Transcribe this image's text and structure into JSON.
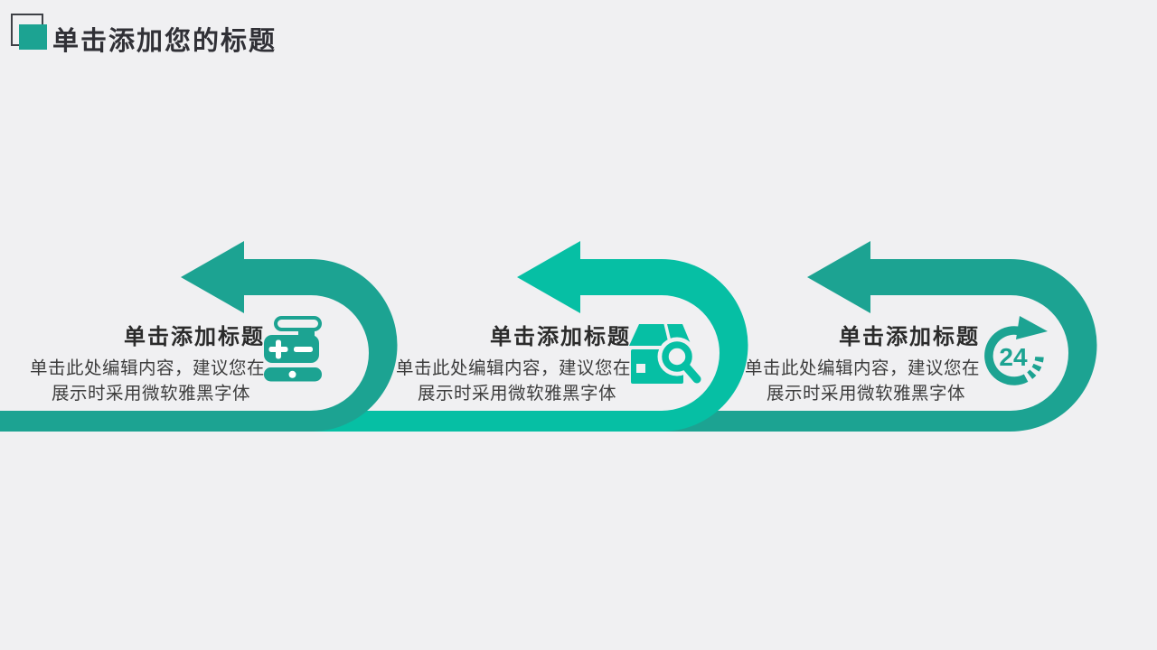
{
  "slide": {
    "title": "单击添加您的标题"
  },
  "colors": {
    "teal_dark": "#1CA392",
    "teal_bright": "#06BFA4",
    "background": "#F0F0F2",
    "title_text": "#303036",
    "heading_text": "#2B2B2B",
    "body_text": "#3D3D3D"
  },
  "icons": {
    "title_marker": "overlapping-squares",
    "section_1": "cash-register-icon",
    "section_2": "package-search-icon",
    "section_3": "24-hour-service-icon"
  },
  "sections": [
    {
      "heading": "单击添加标题",
      "body_line1": "单击此处编辑内容，建议您在",
      "body_line2": "展示时采用微软雅黑字体"
    },
    {
      "heading": "单击添加标题",
      "body_line1": "单击此处编辑内容，建议您在",
      "body_line2": "展示时采用微软雅黑字体"
    },
    {
      "heading": "单击添加标题",
      "body_line1": "单击此处编辑内容，建议您在",
      "body_line2": "展示时采用微软雅黑字体",
      "icon_label": "24"
    }
  ]
}
